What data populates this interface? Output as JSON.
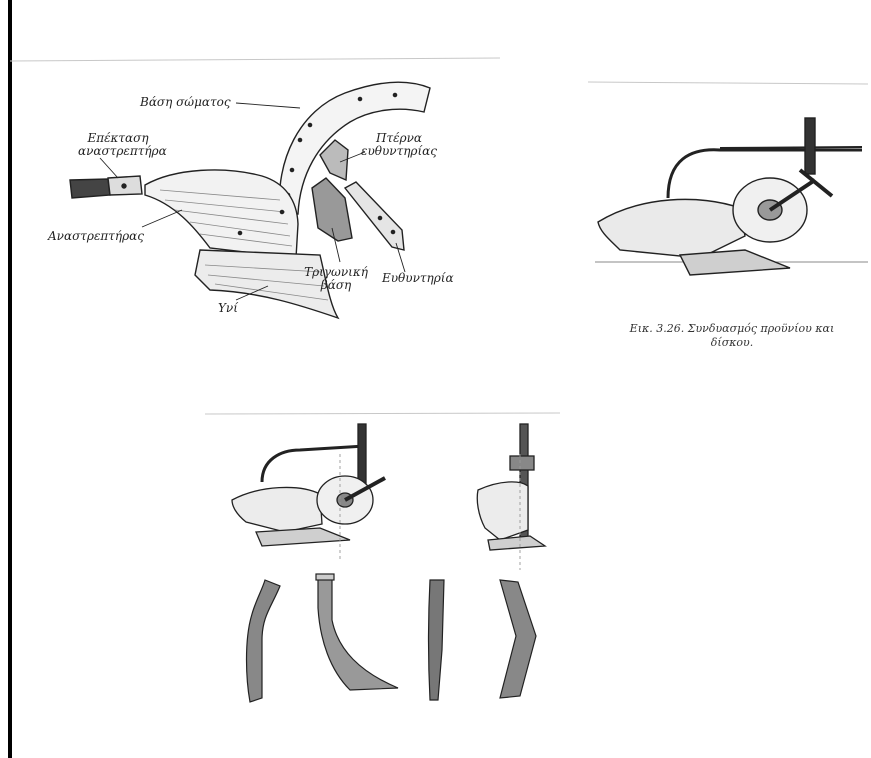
{
  "figure_main": {
    "labels": {
      "body_base": "Βάση σώματος",
      "moldboard_extension_l1": "Επέκταση",
      "moldboard_extension_l2": "αναστρεπτήρα",
      "landside_heel_l1": "Πτέρνα",
      "landside_heel_l2": "ευθυντηρίας",
      "moldboard": "Αναστρεπτήρας",
      "triangular_base_l1": "Τριγωνική",
      "triangular_base_l2": "βάση",
      "landside": "Ευθυντηρία",
      "share": "Υνί"
    }
  },
  "figure_326": {
    "caption_l1": "Εικ. 3.26. Συνδυασμός προϋνίου και",
    "caption_l2": "δίσκου."
  },
  "colors": {
    "ink": "#222222",
    "rule": "#bbbbbb",
    "page": "#ffffff",
    "margin_bar": "#000000"
  }
}
